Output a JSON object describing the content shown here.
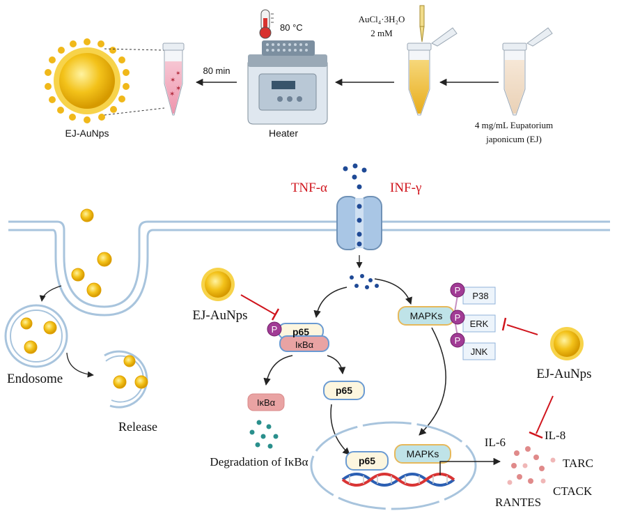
{
  "synthesis": {
    "temperature": "80 °C",
    "time": "80 min",
    "heater_label": "Heater",
    "product_label": "EJ-AuNps",
    "reagent_line1": "AuCl₄·3H₂O",
    "reagent_line2": "2 mM",
    "extract_line1": "4 mg/mL Eupatorium",
    "extract_line2": "japonicum (EJ)"
  },
  "pathway": {
    "cytokine_left": "TNF-α",
    "cytokine_right": "INF-γ",
    "inhibitor_left": "EJ-AuNps",
    "inhibitor_right": "EJ-AuNps",
    "p_label": "P",
    "p65": "p65",
    "ikba": "IκBα",
    "mapks": "MAPKs",
    "p38": "P38",
    "erk": "ERK",
    "jnk": "JNK",
    "degradation": "Degradation of IκBα",
    "endosome": "Endosome",
    "release": "Release",
    "cytokines": {
      "il6": "IL-6",
      "il8": "IL-8",
      "tarc": "TARC",
      "ctack": "CTACK",
      "rantes": "RANTES"
    }
  },
  "colors": {
    "membrane": "#a8c4dd",
    "nanoparticle": "#f3c21a",
    "inhibit": "#d0141c",
    "mapks_fill": "#bfe3e8",
    "ikba_fill": "#e9a3a3",
    "p_circle": "#a13b95",
    "cytokine_dots": "#e08a8a"
  }
}
